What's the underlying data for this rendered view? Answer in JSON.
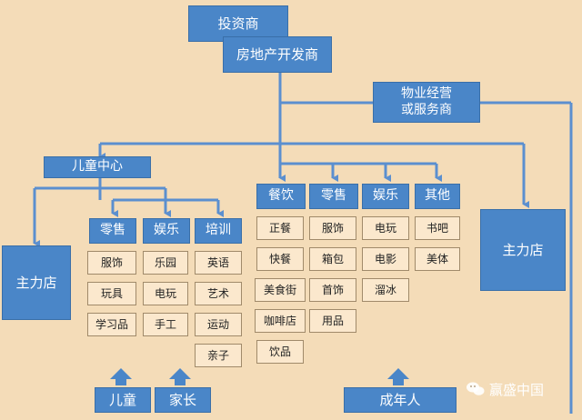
{
  "nodes": {
    "investor": "投资商",
    "developer": "房地产开发商",
    "property_mgmt": "物业经营\n或服务商",
    "children_center": "儿童中心",
    "anchor_left": "主力店",
    "anchor_right": "主力店"
  },
  "children_groups": [
    {
      "label": "零售",
      "items": [
        "服饰",
        "玩具",
        "学习品"
      ]
    },
    {
      "label": "娱乐",
      "items": [
        "乐园",
        "电玩",
        "手工"
      ]
    },
    {
      "label": "培训",
      "items": [
        "英语",
        "艺术",
        "运动",
        "亲子"
      ]
    }
  ],
  "adult_groups": [
    {
      "label": "餐饮",
      "items": [
        "正餐",
        "快餐",
        "美食街",
        "咖啡店",
        "饮品"
      ]
    },
    {
      "label": "零售",
      "items": [
        "服饰",
        "箱包",
        "首饰",
        "用品"
      ]
    },
    {
      "label": "娱乐",
      "items": [
        "电玩",
        "电影",
        "溜冰"
      ]
    },
    {
      "label": "其他",
      "items": [
        "书吧",
        "美体"
      ]
    }
  ],
  "audience": {
    "child": "儿童",
    "parent": "家长",
    "adult": "成年人"
  },
  "watermark": "赢盛中国",
  "colors": {
    "background": "#f4dcb8",
    "box_blue": "#4a86c8",
    "line_blue": "#5b8fcf",
    "leaf_fill": "#fbe8cd"
  }
}
